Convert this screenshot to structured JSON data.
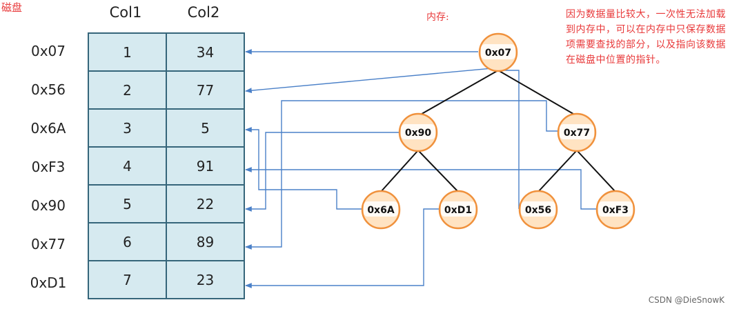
{
  "labels": {
    "disk": "磁盘",
    "memory": "内存:",
    "note": "因为数据量比较大，一次性无法加载到内存中，可以在内存中只保存数据项需要查找的部分，以及指向该数据在磁盘中位置的指针。",
    "watermark": "CSDN @DieSnowK"
  },
  "table": {
    "columns": [
      "Col1",
      "Col2"
    ],
    "rows": [
      {
        "key": "0x07",
        "col1": "1",
        "col2": "34"
      },
      {
        "key": "0x56",
        "col1": "2",
        "col2": "77"
      },
      {
        "key": "0x6A",
        "col1": "3",
        "col2": "5"
      },
      {
        "key": "0xF3",
        "col1": "4",
        "col2": "91"
      },
      {
        "key": "0x90",
        "col1": "5",
        "col2": "22"
      },
      {
        "key": "0x77",
        "col1": "6",
        "col2": "89"
      },
      {
        "key": "0xD1",
        "col1": "7",
        "col2": "23"
      }
    ]
  },
  "tree": {
    "nodes": [
      "0x07",
      "0x90",
      "0x77",
      "0x6A",
      "0xD1",
      "0x56",
      "0xF3"
    ]
  },
  "colors": {
    "node_fill": "#ffe3c2",
    "node_stroke": "#f0913c",
    "pointer_line": "#4a80c8",
    "table_fill": "#d6eaf0",
    "table_border": "#35657a",
    "annotation": "#e8393a"
  }
}
